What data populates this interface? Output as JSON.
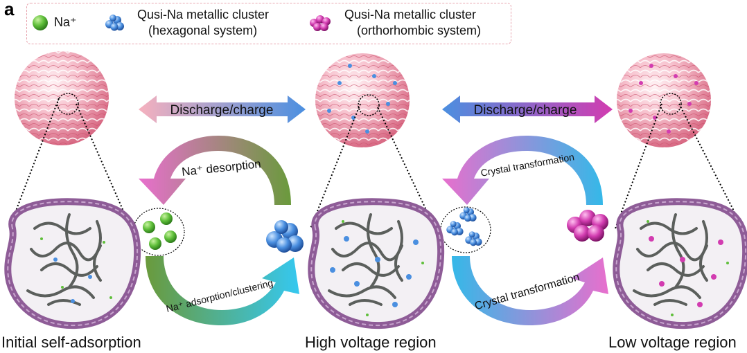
{
  "panel_label": "a",
  "legend": {
    "na_ion": "Na⁺",
    "hex_cluster_line1": "Qusi-Na metallic cluster",
    "hex_cluster_line2": "(hexagonal system)",
    "ortho_cluster_line1": "Qusi-Na metallic cluster",
    "ortho_cluster_line2": "(orthorhombic system)"
  },
  "arrows": {
    "left_double": "Discharge/charge",
    "right_double": "Discharge/charge",
    "left_upper_arc": "Na⁺ desorption",
    "left_lower_arc": "Na⁺ adsorption/clustering",
    "right_upper_arc": "Crystal transformation",
    "right_lower_arc": "Crystal transformation"
  },
  "stages": {
    "initial": "Initial self-adsorption",
    "high": "High voltage region",
    "low": "Low voltage region"
  },
  "colors": {
    "na_green": "#5fbf3a",
    "hex_blue": "#4a8fe0",
    "ortho_magenta": "#d23cb0",
    "shell_purple": "#8e5c97",
    "carbon_gray": "#5b5f5c",
    "sphere_pink": "#f2a6b6",
    "arrow_pink": "#e86fcd",
    "arrow_green": "#6a9a3c",
    "arrow_cyan": "#35b8e8"
  }
}
